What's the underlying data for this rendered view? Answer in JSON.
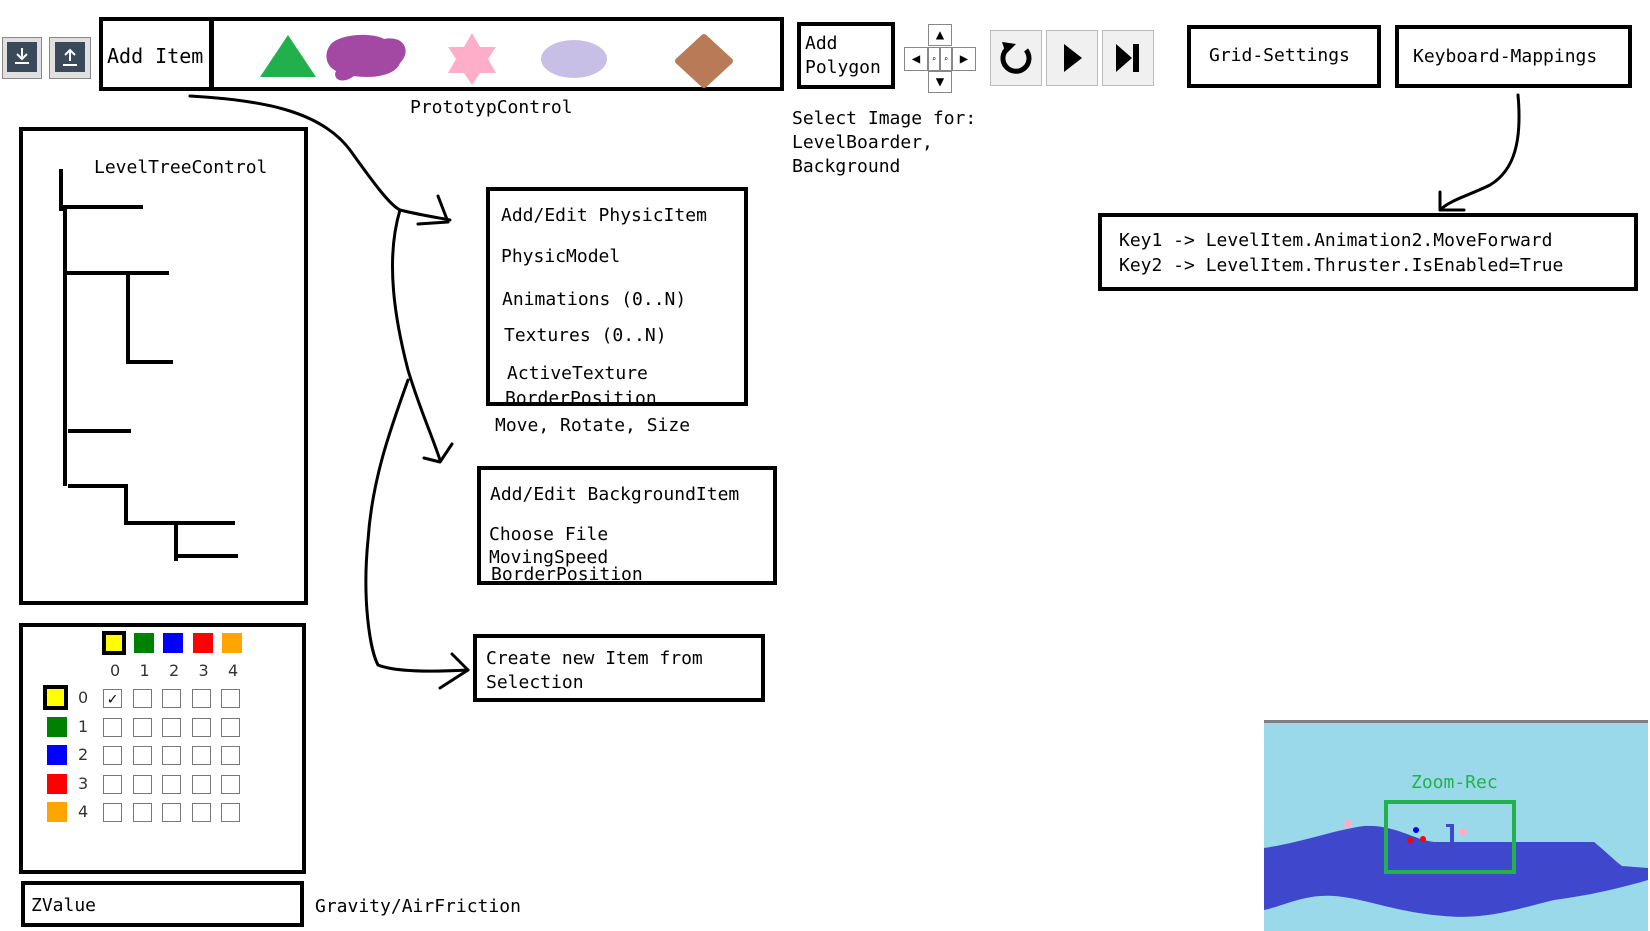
{
  "toolbar": {
    "add_item_label": "Add Item",
    "add_polygon_label": "Add\nPolygon",
    "grid_settings_label": "Grid-Settings",
    "keyboard_mappings_label": "Keyboard-Mappings",
    "prototype_caption": "PrototypControl",
    "select_image_caption": "Select Image for:\nLevelBoarder,\nBackground",
    "icons": [
      "download-icon",
      "upload-icon",
      "arrow-up-icon",
      "arrow-down-icon",
      "arrow-left-icon",
      "arrow-right-icon",
      "zoom-in-icon",
      "zoom-out-icon",
      "reset-icon",
      "play-icon",
      "step-icon"
    ],
    "shapes": [
      {
        "name": "triangle",
        "color": "#22b04c"
      },
      {
        "name": "blob",
        "color": "#a349a4"
      },
      {
        "name": "star",
        "color": "#ffaec9"
      },
      {
        "name": "ellipse",
        "color": "#c8bfe7"
      },
      {
        "name": "diamond",
        "color": "#b97a57"
      }
    ]
  },
  "level_tree": {
    "title": "LevelTreeControl"
  },
  "physic_item_box": {
    "title": "Add/Edit PhysicItem",
    "lines": [
      "PhysicModel",
      "Animations (0..N)",
      "Textures (0..N)",
      "ActiveTexture",
      "BorderPosition"
    ],
    "caption": "Move, Rotate, Size"
  },
  "background_item_box": {
    "title": "Add/Edit BackgroundItem",
    "lines": [
      "Choose File",
      "MovingSpeed",
      "BorderPosition"
    ]
  },
  "create_item_box": {
    "label": "Create new Item from\nSelection"
  },
  "keyboard_box": {
    "lines": [
      "Key1 -> LevelItem.Animation2.MoveForward",
      "Key2 -> LevelItem.Thruster.IsEnabled=True"
    ]
  },
  "collision_matrix": {
    "indices": [
      "0",
      "1",
      "2",
      "3",
      "4"
    ],
    "colors": [
      "#ffff00",
      "#008000",
      "#0000ff",
      "#ff0000",
      "#ffa500"
    ],
    "checked": [
      [
        true,
        false,
        false,
        false,
        false
      ],
      [
        false,
        false,
        false,
        false,
        false
      ],
      [
        false,
        false,
        false,
        false,
        false
      ],
      [
        false,
        false,
        false,
        false,
        false
      ],
      [
        false,
        false,
        false,
        false,
        false
      ]
    ],
    "check_mark": "✓"
  },
  "zvalue_label": "ZValue",
  "gravity_caption": "Gravity/AirFriction",
  "minimap": {
    "zoom_label": "Zoom-Rec",
    "sky_color": "#99d9ea",
    "water_color": "#3f48cc",
    "zoom_color": "#22b14c"
  }
}
